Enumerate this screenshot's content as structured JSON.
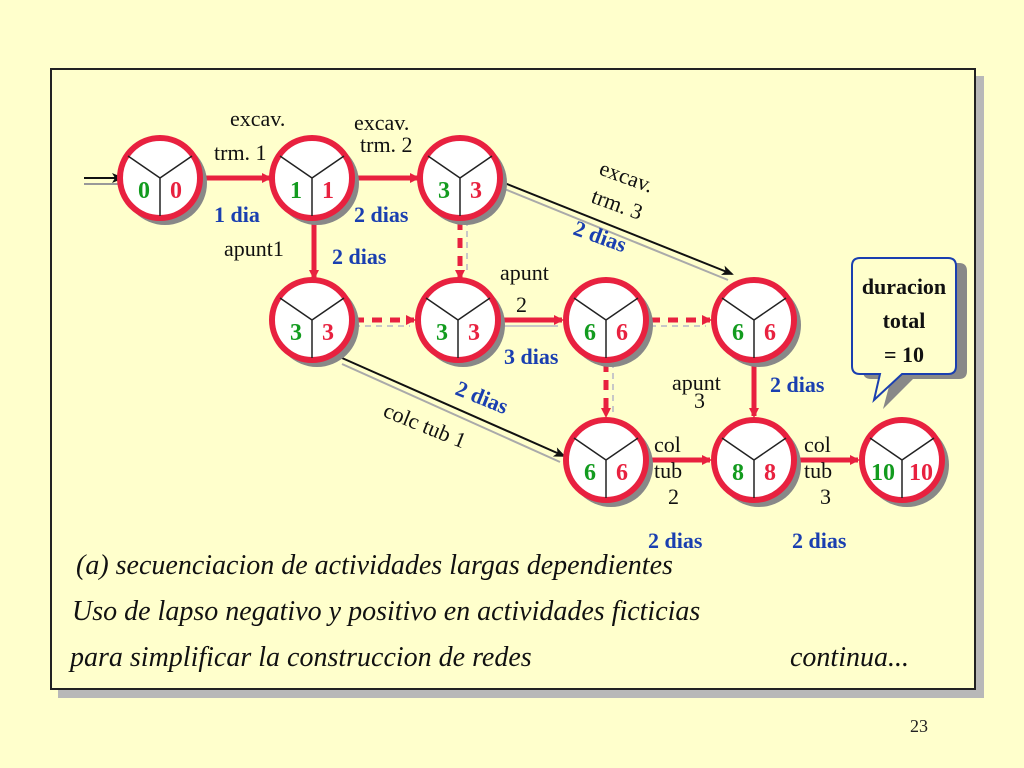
{
  "colors": {
    "node_ring": "#e8213f",
    "early_time": "#129b1e",
    "late_time": "#e8213f",
    "duration": "#1a3fb0",
    "arrow": "#e8213f",
    "dummy_arrow": "#b0b0b0",
    "background": "#ffffcc"
  },
  "nodes": {
    "n1": {
      "early": "0",
      "late": "0"
    },
    "n2": {
      "early": "1",
      "late": "1"
    },
    "n3": {
      "early": "3",
      "late": "3"
    },
    "n4": {
      "early": "3",
      "late": "3"
    },
    "n5": {
      "early": "3",
      "late": "3"
    },
    "n6": {
      "early": "6",
      "late": "6"
    },
    "n7": {
      "early": "6",
      "late": "6"
    },
    "n8": {
      "early": "6",
      "late": "6"
    },
    "n9": {
      "early": "8",
      "late": "8"
    },
    "n10": {
      "early": "10",
      "late": "10"
    }
  },
  "activities": {
    "excav1": {
      "name_line1": "excav.",
      "name_line2": "trm. 1",
      "duration": "1 dia"
    },
    "excav2": {
      "name_line1": "excav.",
      "name_line2": "trm. 2",
      "duration": "2 dias"
    },
    "excav3": {
      "name_line1": "excav.",
      "name_line2": "trm. 3",
      "duration": "2 dias"
    },
    "apunt1": {
      "name": "apunt1",
      "duration": "2 dias"
    },
    "apunt2": {
      "name_line1": "apunt",
      "name_line2": "2",
      "duration": "3 dias"
    },
    "apunt3": {
      "name_line1": "apunt",
      "name_line2": "3",
      "duration": "2 dias"
    },
    "colc1": {
      "name": "colc tub 1",
      "duration": "2 dias"
    },
    "colc2": {
      "name_line1": "col",
      "name_line2": "tub",
      "name_line3": "2",
      "duration": "2 dias"
    },
    "colc3": {
      "name_line1": "col",
      "name_line2": "tub",
      "name_line3": "3",
      "duration": "2 dias"
    }
  },
  "callout": {
    "line1": "duracion",
    "line2": "total",
    "line3": "= 10"
  },
  "captions": {
    "line1": "(a) secuenciacion de actividades largas dependientes",
    "line2": "Uso de lapso negativo y positivo en actividades ficticias",
    "line3": "para simplificar la construccion de redes",
    "continua": "continua..."
  },
  "page_number": "23"
}
